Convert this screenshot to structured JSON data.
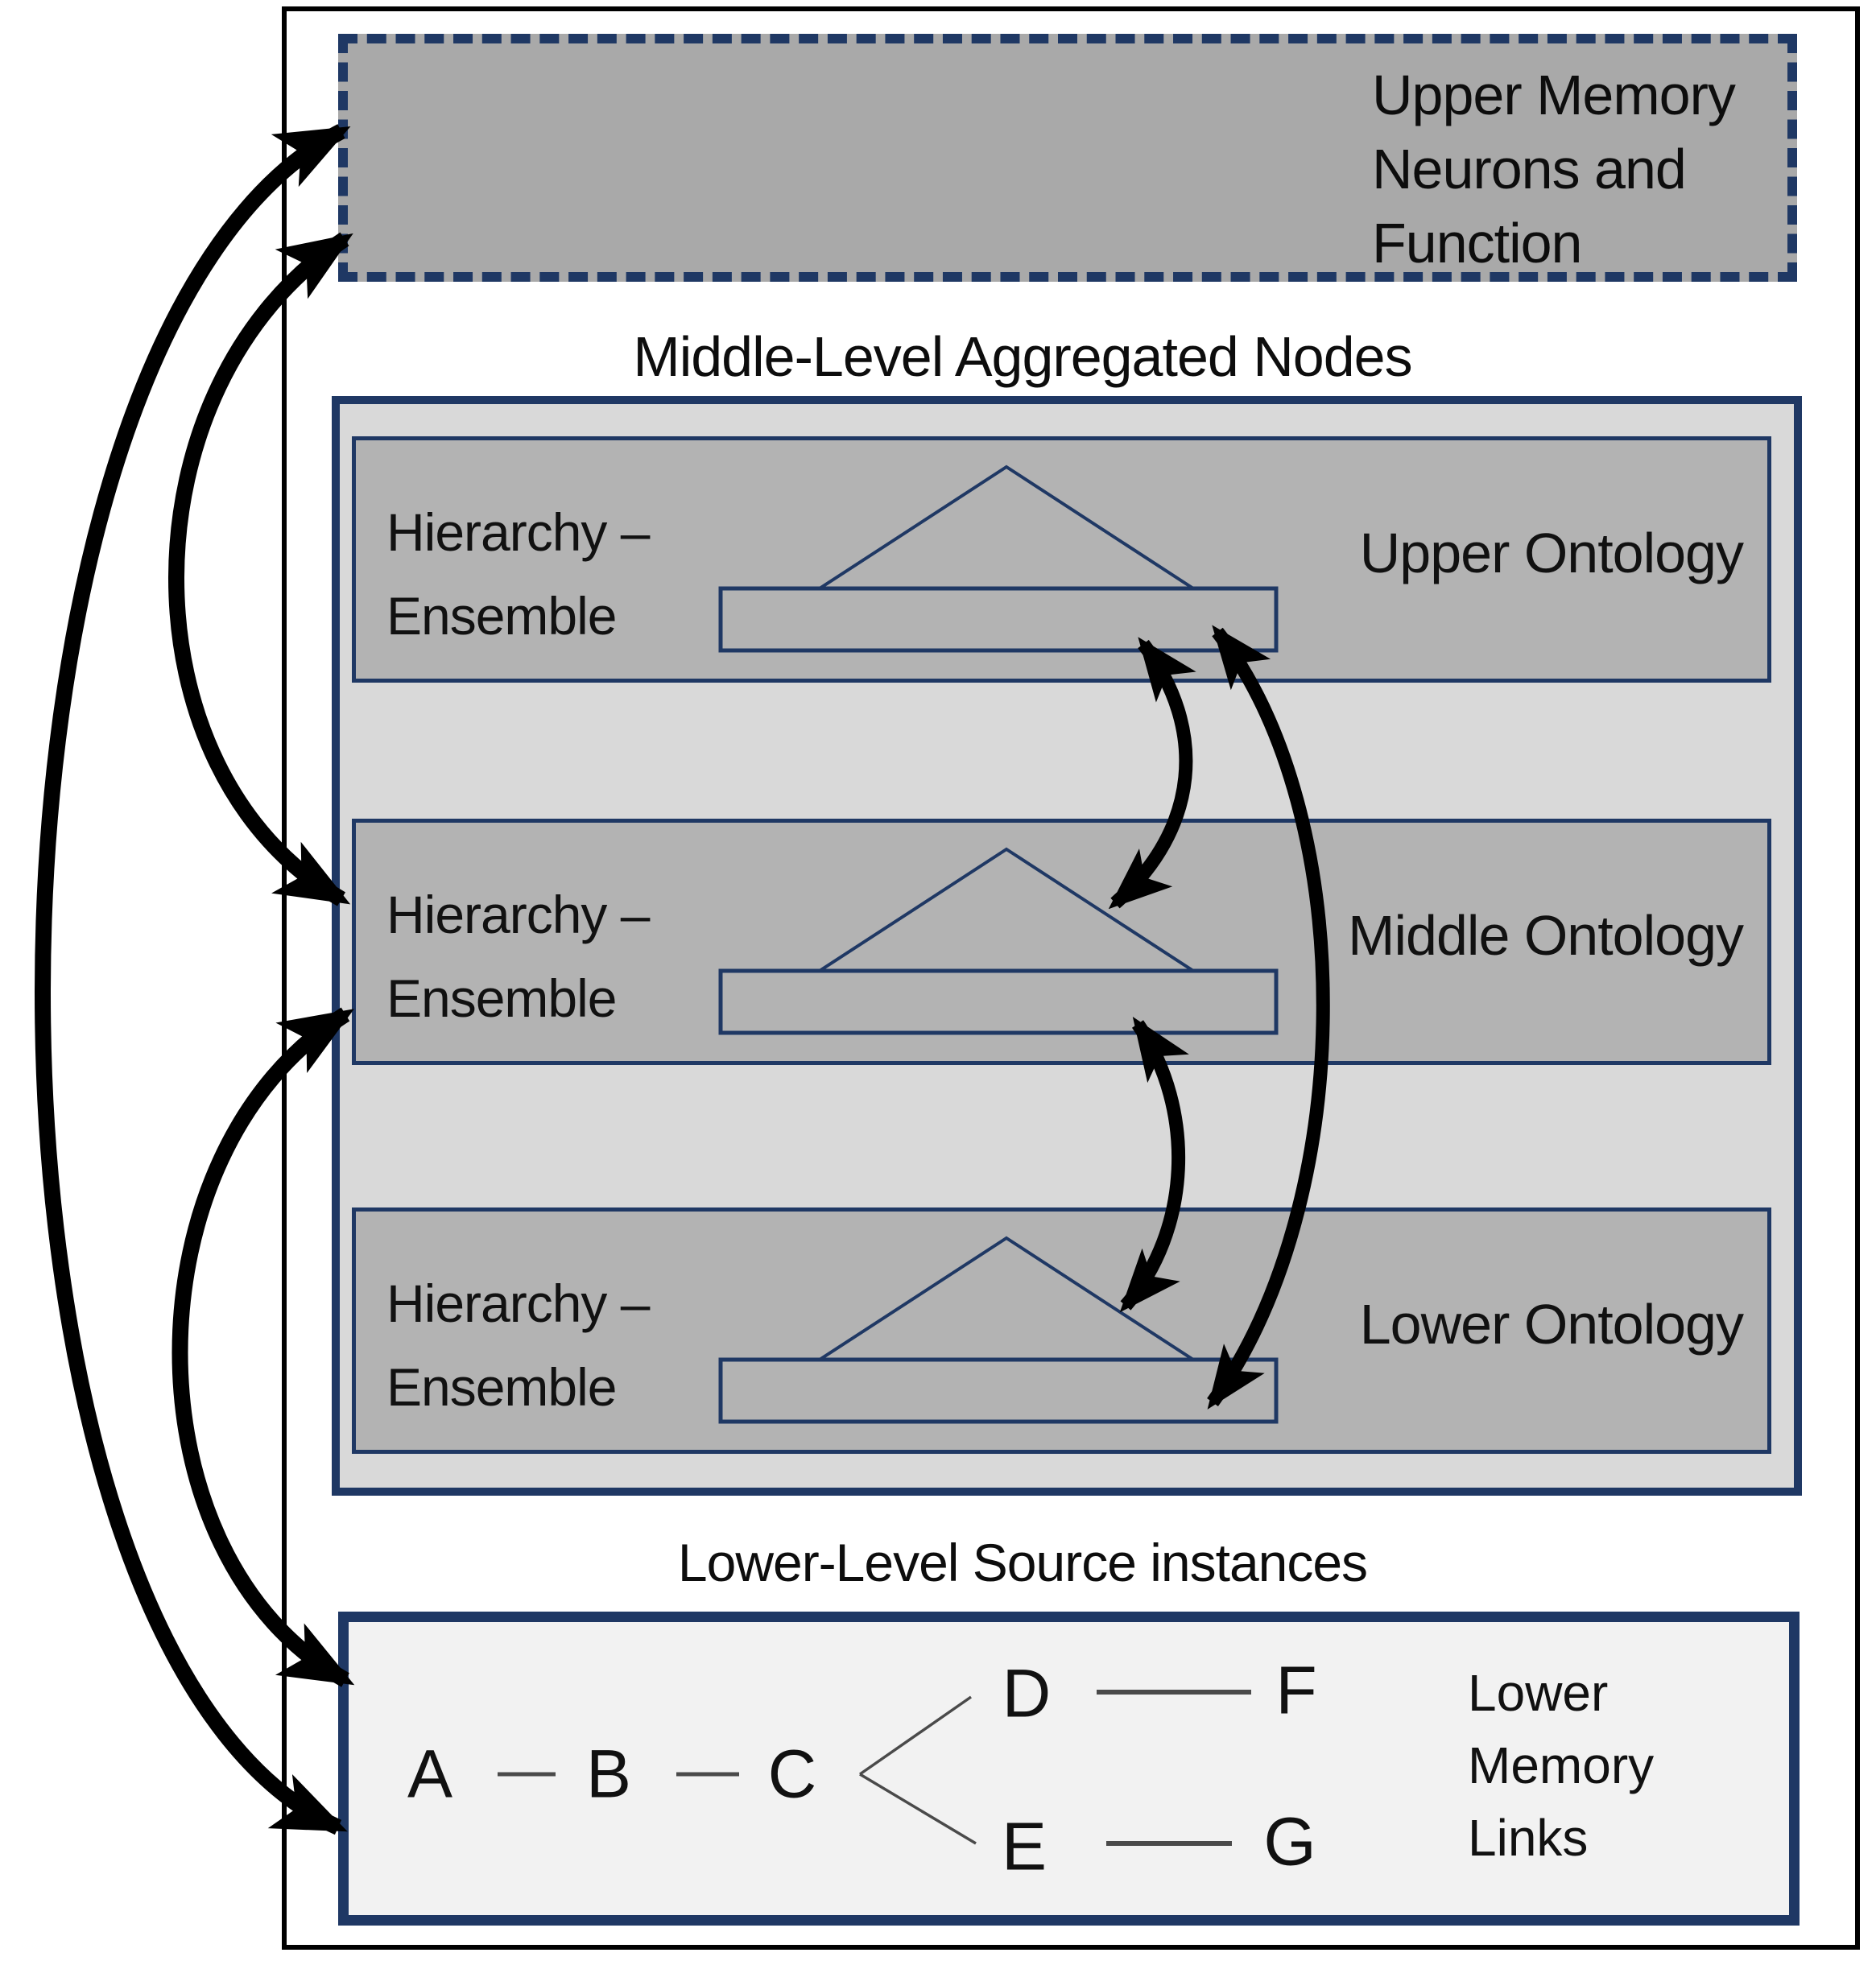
{
  "upper_box": {
    "lines": [
      "Upper Memory",
      "Neurons and",
      "Function"
    ]
  },
  "middle_title": "Middle-Level Aggregated Nodes",
  "bands": [
    {
      "label1": "Hierarchy –",
      "label2": "Ensemble",
      "right_label": "Upper Ontology"
    },
    {
      "label1": "Hierarchy –",
      "label2": "Ensemble",
      "right_label": "Middle Ontology"
    },
    {
      "label1": "Hierarchy –",
      "label2": "Ensemble",
      "right_label": "Lower Ontology"
    }
  ],
  "lower_title": "Lower-Level Source instances",
  "source_box": {
    "nodes": [
      "A",
      "B",
      "C",
      "D",
      "E",
      "F",
      "G"
    ],
    "caption_lines": [
      "Lower",
      "Memory",
      "Links"
    ]
  },
  "colors": {
    "accent_navy": "#1f3864",
    "upper_box_fill": "#a9a9a9",
    "container_fill": "#d9d9d9",
    "band_fill": "#b3b3b3",
    "source_box_fill": "#f2f2f2",
    "arrow_color": "#000000",
    "frame_color": "#000000"
  }
}
